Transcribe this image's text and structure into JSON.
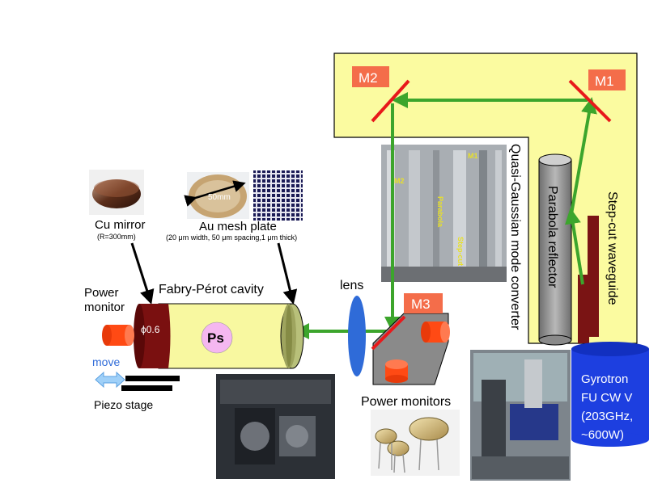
{
  "labels": {
    "m1": "M1",
    "m2": "M2",
    "m3": "M3",
    "converter": "Quasi-Gaussian mode converter",
    "parabola_reflector": "Parabola reflector",
    "step_cut": "Step-cut waveguide",
    "cu_mirror": "Cu mirror",
    "cu_mirror_sub": "(R=300mm)",
    "au_mesh": "Au mesh plate",
    "au_mesh_sub": "(20 μm width, 50 μm spacing,1 μm thick)",
    "mesh_size": "50mm",
    "fabry": "Fabry-Pérot cavity",
    "power_monitor_1": "Power",
    "power_monitor_2": "monitor",
    "phi": "ϕ0.6",
    "ps": "Ps",
    "move": "move",
    "piezo": "Piezo stage",
    "lens": "lens",
    "power_monitors": "Power monitors",
    "gyrotron": [
      "Gyrotron",
      "FU CW V",
      "(203GHz,",
      "~600W)"
    ],
    "photo_m1": "M1",
    "photo_m2": "M2",
    "photo_parabola": "Parabola",
    "photo_stepcut": "Step-cut"
  },
  "colors": {
    "beam": "#3ca52c",
    "mirror_badge": "#f46d4a",
    "mirror_line": "#e8191b",
    "yellow_panel": "#fbfba0",
    "cavity_body": "#f8f8a0",
    "cavity_end": "#7a1010",
    "gyrotron": "#1d3fe0",
    "lens": "#2f6bd8",
    "ps_circle": "#f5b7f0"
  }
}
